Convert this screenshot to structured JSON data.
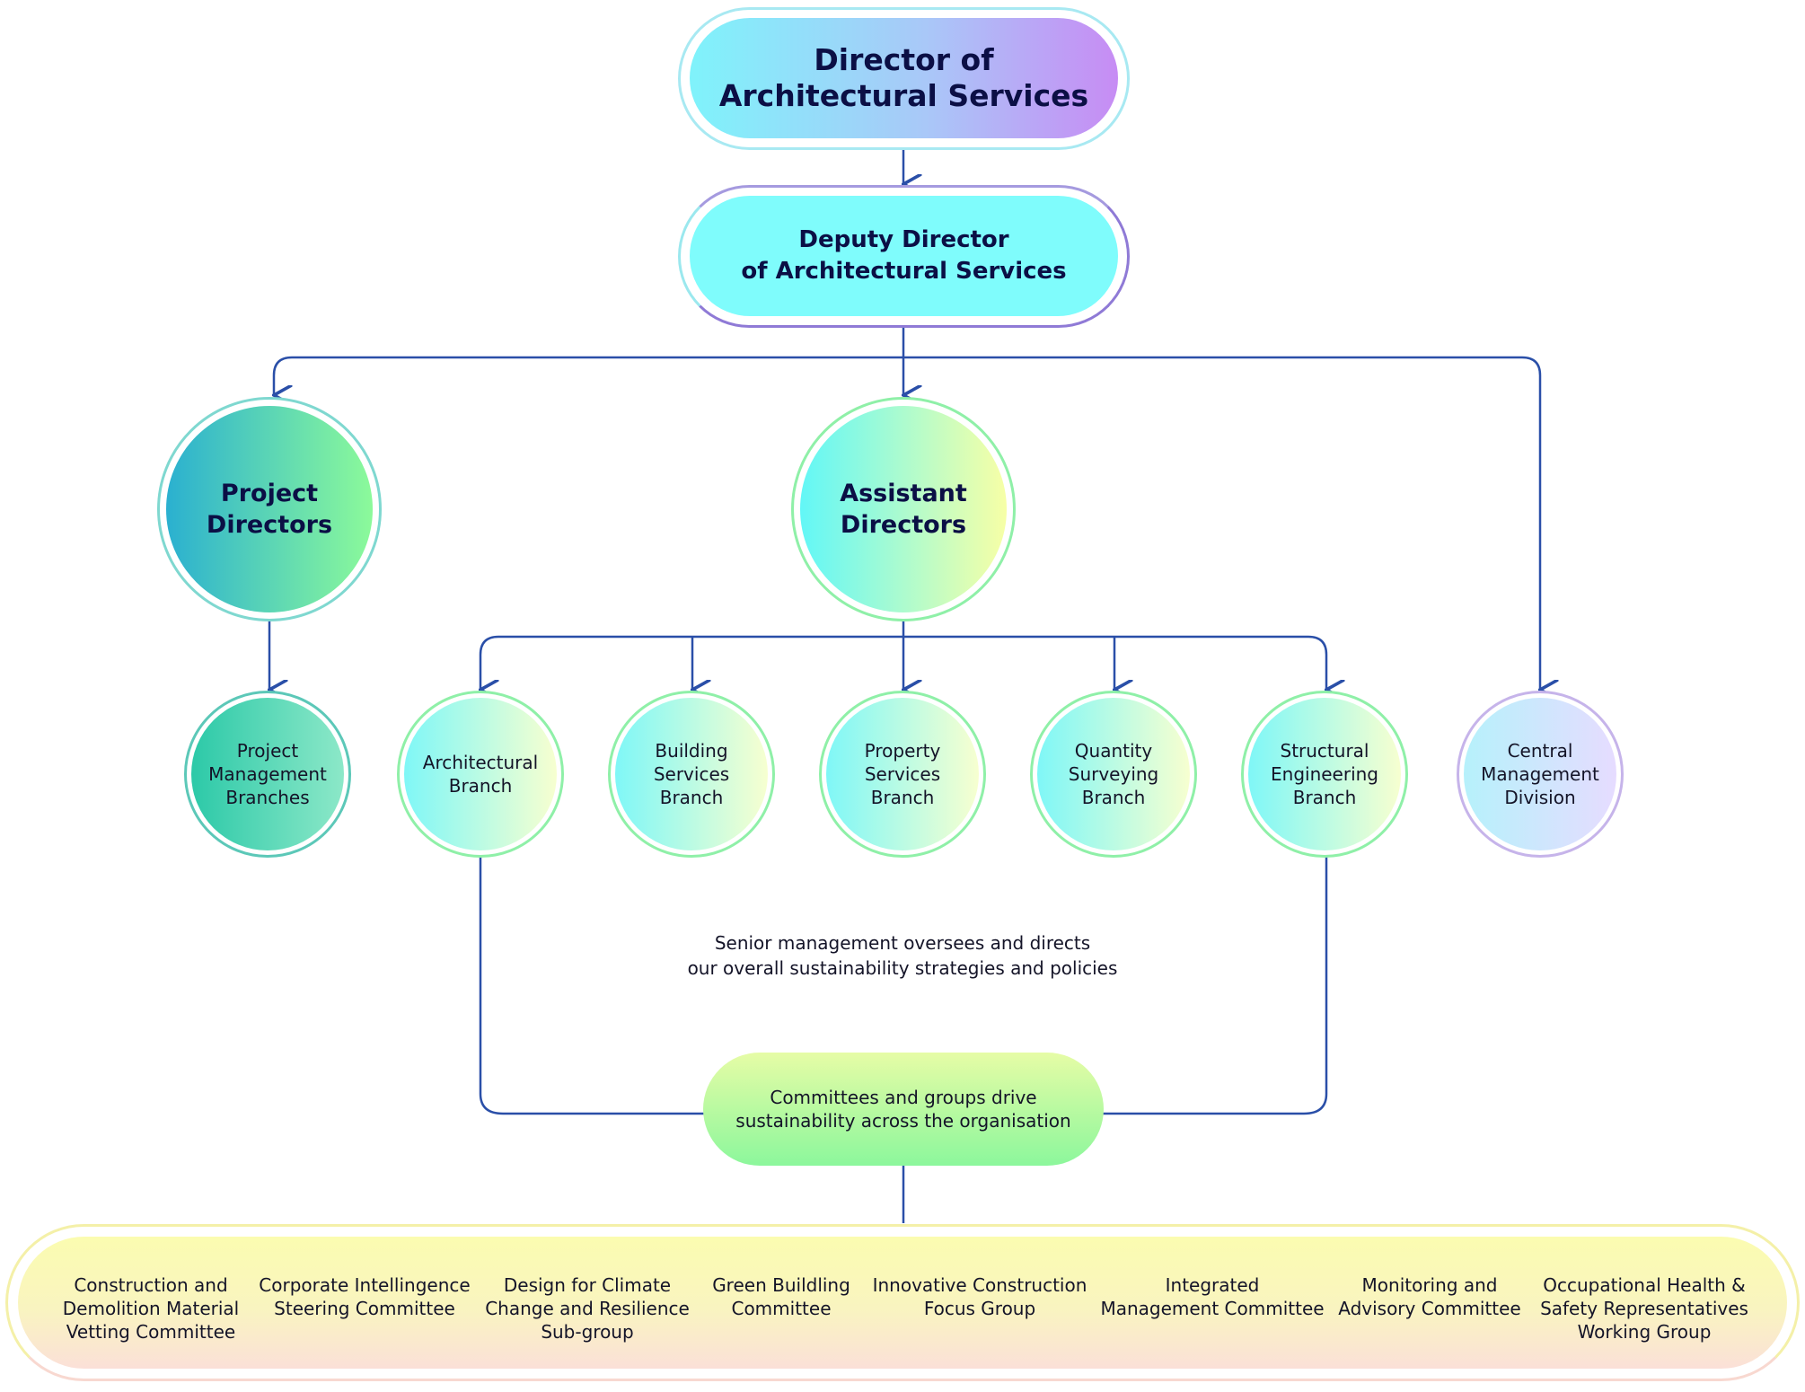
{
  "director": {
    "label": "Director of\nArchitectural Services"
  },
  "deputy": {
    "label": "Deputy Director\nof Architectural Services"
  },
  "project_directors": {
    "label": "Project\nDirectors"
  },
  "assistant_directors": {
    "label": "Assistant\nDirectors"
  },
  "project_management_branches": {
    "label": "Project\nManagement\nBranches"
  },
  "branches": [
    {
      "label": "Architectural\nBranch"
    },
    {
      "label": "Building\nServices\nBranch"
    },
    {
      "label": "Property\nServices\nBranch"
    },
    {
      "label": "Quantity\nSurveying\nBranch"
    },
    {
      "label": "Structural\nEngineering\nBranch"
    }
  ],
  "central_management": {
    "label": "Central\nManagement\nDivision"
  },
  "senior_note": "Senior management oversees and directs\nour overall sustainability strategies and policies",
  "committees_hub": {
    "label": "Committees and groups drive\nsustainability across the organisation"
  },
  "groups": [
    {
      "label": "Construction and\nDemolition Material\nVetting Committee"
    },
    {
      "label": "Corporate Intellingence\nSteering Committee"
    },
    {
      "label": "Design for Climate\nChange and Resilience\nSub-group"
    },
    {
      "label": "Green Buildling\nCommittee"
    },
    {
      "label": "Innovative Construction\nFocus Group"
    },
    {
      "label": "Integrated\nManagement Committee"
    },
    {
      "label": "Monitoring and\nAdvisory Committee"
    },
    {
      "label": "Occupational Health &\nSafety Representatives\nWorking Group"
    }
  ],
  "colors": {
    "connector": "#2a4fa8",
    "director_gradient": [
      "#7ff3fb",
      "#c78cf4"
    ],
    "deputy_fill": "#7ffcfc",
    "project_gradient": [
      "#2ab0d0",
      "#8cfa9a"
    ],
    "assistant_gradient": [
      "#62f7f7",
      "#f7ffa6"
    ],
    "central_gradient": [
      "#b6f1fb",
      "#e6dcff"
    ],
    "hub_gradient": [
      "#e4fca4",
      "#8cf79c"
    ],
    "groups_gradient": [
      "#fbfcb0",
      "#fbe0d8"
    ]
  }
}
